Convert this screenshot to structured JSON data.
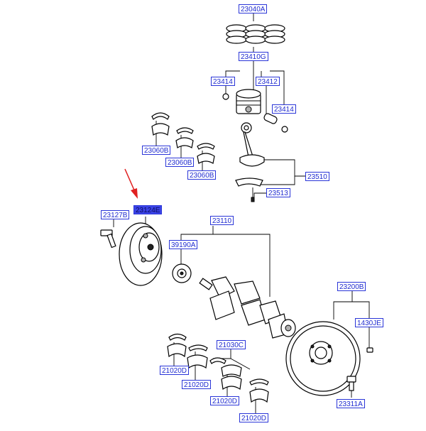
{
  "part_labels": {
    "rings": "23040A",
    "piston": "23410G",
    "clip_left": "23414",
    "pin": "23412",
    "clip_right": "23414",
    "bearing_upper_1": "23060B",
    "bearing_upper_2": "23060B",
    "bearing_upper_3": "23060B",
    "conrod": "23510",
    "rod_bolt": "23513",
    "pulley_bolt": "23127B",
    "pulley": "23124E",
    "crankshaft": "23110",
    "sprocket": "39190A",
    "flywheel": "23200B",
    "dowel": "1430JE",
    "thrust": "21030C",
    "main_bearing_1": "21020D",
    "main_bearing_2": "21020D",
    "main_bearing_3": "21020D",
    "main_bearing_4": "21020D",
    "flywheel_bolt": "23311A"
  },
  "highlighted_part": "23124E",
  "colors": {
    "label_text": "#1f2bd0",
    "label_border": "#2a35d8",
    "highlight_fill": "#3b44e6",
    "arrow": "#e02020"
  }
}
